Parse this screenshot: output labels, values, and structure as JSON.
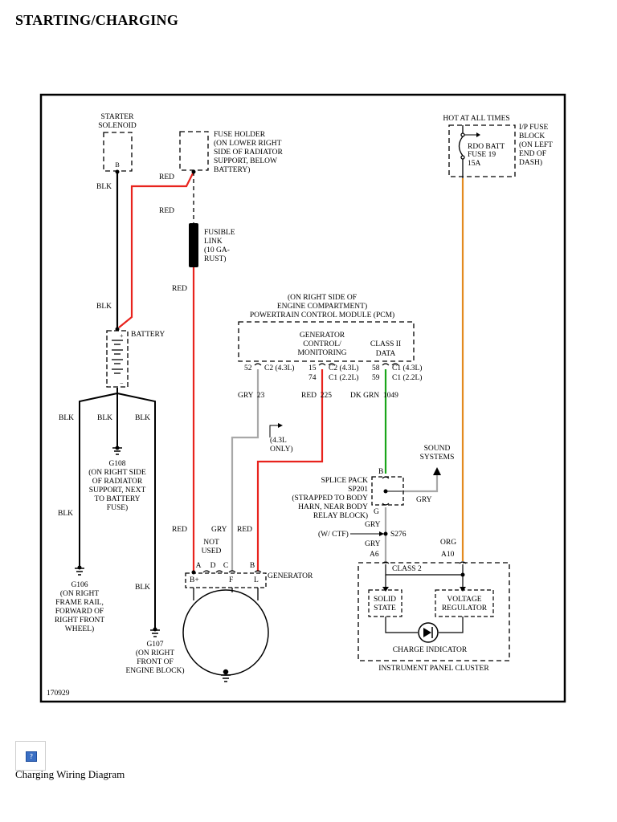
{
  "page_title": "STARTING/CHARGING",
  "caption": "Charging Wiring Diagram",
  "thumbnail_icon": "broken-image-icon",
  "colors": {
    "red_wire": "#e8231d",
    "gray_wire": "#a8a8a8",
    "green_wire": "#1aa51a",
    "orange_wire": "#e38a1f",
    "black_wire": "#000000"
  },
  "diagram": {
    "id_number": "170929",
    "starter": {
      "label1": "STARTER",
      "label2": "SOLENOID",
      "pin": "B"
    },
    "fuse_holder": {
      "lines": [
        "FUSE HOLDER",
        "(ON LOWER RIGHT",
        "SIDE OF RADIATOR",
        "SUPPORT, BELOW",
        "BATTERY)"
      ]
    },
    "fusible_link": {
      "lines": [
        "FUSIBLE",
        "LINK",
        "(10 GA-",
        "RUST)"
      ]
    },
    "battery": {
      "label": "BATTERY",
      "plus": "+",
      "minus": "−"
    },
    "hot": {
      "label": "HOT AT ALL TIMES",
      "fuse_lines": [
        "RDO BATT",
        "FUSE 19",
        "15A"
      ],
      "block_lines": [
        "I/P FUSE",
        "BLOCK",
        "(ON LEFT",
        "END OF",
        "DASH)"
      ]
    },
    "pcm": {
      "loc_lines": [
        "(ON RIGHT SIDE OF",
        "ENGINE COMPARTMENT)",
        "POWERTRAIN CONTROL MODULE (PCM)"
      ],
      "gen_ctrl": [
        "GENERATOR",
        "CONTROL/",
        "MONITORING"
      ],
      "class2": [
        "CLASS II",
        "DATA"
      ],
      "pins": {
        "p52": "52",
        "c2_43a": "C2 (4.3L)",
        "p15": "15",
        "p74": "74",
        "c2_43b": "C2 (4.3L)",
        "c1_22a": "C1 (2.2L)",
        "p58": "58",
        "p59": "59",
        "c1_43": "C1 (4.3L)",
        "c1_22b": "C1 (2.2L)"
      }
    },
    "wires": {
      "red": "RED",
      "blk": "BLK",
      "gry": "GRY",
      "org": "ORG",
      "gry23": "GRY  23",
      "red225": "RED  225",
      "dkgrn": "DK GRN  1049"
    },
    "l43only": [
      "(4.3L",
      "ONLY)"
    ],
    "sound": [
      "SOUND",
      "SYSTEMS"
    ],
    "splice": {
      "pin_b": "B",
      "pin_g": "G",
      "lines": [
        "SPLICE PACK",
        "SP201",
        "(STRAPPED TO BODY",
        "HARN, NEAR BODY",
        "RELAY BLOCK)"
      ]
    },
    "ctf": "(W/ CTF)",
    "s276": "S276",
    "grounds": {
      "g108": [
        "G108",
        "(ON RIGHT SIDE",
        "OF RADIATOR",
        "SUPPORT, NEXT",
        "TO BATTERY",
        "FUSE)"
      ],
      "g106": [
        "G106",
        "(ON RIGHT",
        "FRAME RAIL,",
        "FORWARD OF",
        "RIGHT FRONT",
        "WHEEL)"
      ],
      "g107": [
        "G107",
        "(ON RIGHT",
        "FRONT OF",
        "ENGINE BLOCK)"
      ]
    },
    "generator": {
      "label": "GENERATOR",
      "not_used": [
        "NOT",
        "USED"
      ],
      "pins": [
        "A",
        "D",
        "C",
        "B"
      ],
      "term_bplus": "B+",
      "term_f": "F",
      "term_l": "L"
    },
    "ipc": {
      "a6": "A6",
      "a10": "A10",
      "class2": "CLASS 2",
      "solid": [
        "SOLID",
        "STATE"
      ],
      "volt": [
        "VOLTAGE",
        "REGULATOR"
      ],
      "charge": "CHARGE INDICATOR",
      "label": "INSTRUMENT PANEL CLUSTER"
    }
  }
}
